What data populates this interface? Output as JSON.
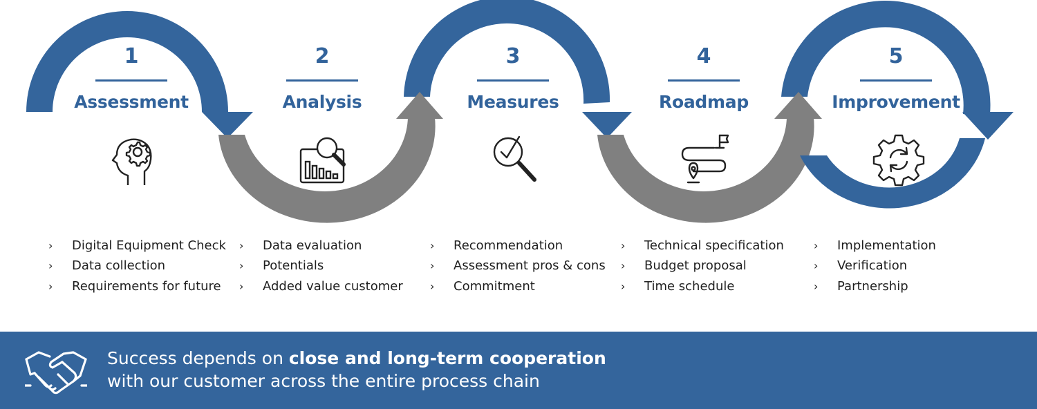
{
  "steps": [
    {
      "number": "1",
      "title": "Assessment",
      "icon": "head-gear-icon",
      "bullets": [
        "Digital Equipment Check",
        "Data collection",
        "Requirements for future"
      ]
    },
    {
      "number": "2",
      "title": "Analysis",
      "icon": "chart-magnifier-icon",
      "bullets": [
        "Data evaluation",
        "Potentials",
        "Added value customer"
      ]
    },
    {
      "number": "3",
      "title": "Measures",
      "icon": "checkmark-magnifier-icon",
      "bullets": [
        "Recommendation",
        "Assessment pros & cons",
        "Commitment"
      ]
    },
    {
      "number": "4",
      "title": "Roadmap",
      "icon": "route-map-icon",
      "bullets": [
        "Technical specification",
        "Budget proposal",
        "Time schedule"
      ]
    },
    {
      "number": "5",
      "title": "Improvement",
      "icon": "gear-cycle-icon",
      "bullets": [
        "Implementation",
        "Verification",
        "Partnership"
      ]
    }
  ],
  "bullet_marker": "›",
  "footer": {
    "icon": "handshake-icon",
    "line1_prefix": "Success depends on ",
    "line1_bold": "close and long-term cooperation",
    "line2": "with our customer across the entire process chain"
  },
  "colors": {
    "blue": "#34659c",
    "gray": "#808080",
    "text_blue": "#32639b"
  }
}
